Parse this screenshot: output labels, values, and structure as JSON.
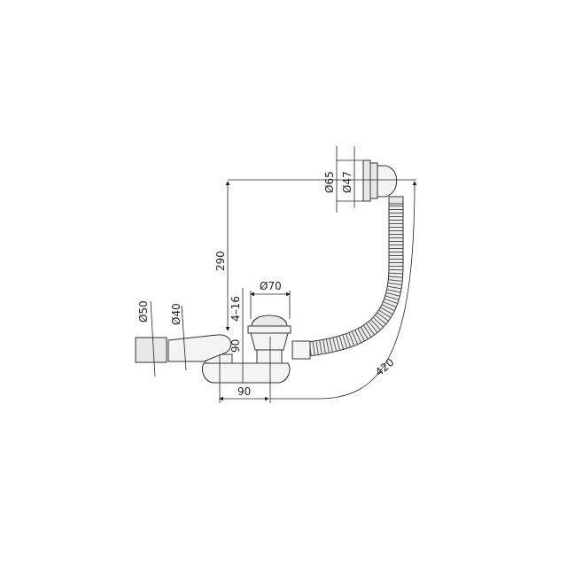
{
  "drawing": {
    "labels": {
      "overflow_outer_diameter": "Ø65",
      "overflow_inner_diameter": "Ø47",
      "overflow_height": "290",
      "drain_cap_diameter": "Ø70",
      "tub_thickness_range": "4–16",
      "trap_height": "90",
      "trap_offset": "90",
      "outlet_outer_diameter": "Ø50",
      "outlet_inner_diameter": "Ø40",
      "hose_length": "420"
    },
    "colors": {
      "line": "#222222",
      "part_fill": "#e8e8e8"
    }
  }
}
